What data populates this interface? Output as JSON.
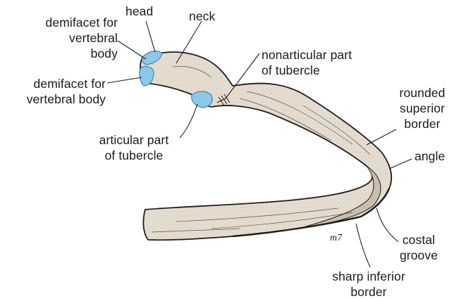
{
  "labels": {
    "head": [
      "head"
    ],
    "neck": [
      "neck"
    ],
    "demifacet_body": [
      "demifacet for",
      "vertebral",
      "body"
    ],
    "demifacet_body_lower": [
      "demifacet for",
      "vertebral body"
    ],
    "nonarticular_tubercle": [
      "nonarticular part",
      "of tubercle"
    ],
    "articular_tubercle": [
      "articular part",
      "of tubercle"
    ],
    "rounded_superior_border": [
      "rounded",
      "superior",
      "border"
    ],
    "angle": [
      "angle"
    ],
    "costal_groove": [
      "costal",
      "groove"
    ],
    "sharp_inferior_border": [
      "sharp inferior",
      "border"
    ]
  },
  "signature": "m7",
  "colors": {
    "bone": "#e6ddd0",
    "bone_shade": "#cbbfae",
    "facet": "#8fc7e8",
    "facet_edge": "#3f86b8",
    "outline": "#1c1c1c",
    "leader": "#1c1c1c"
  }
}
